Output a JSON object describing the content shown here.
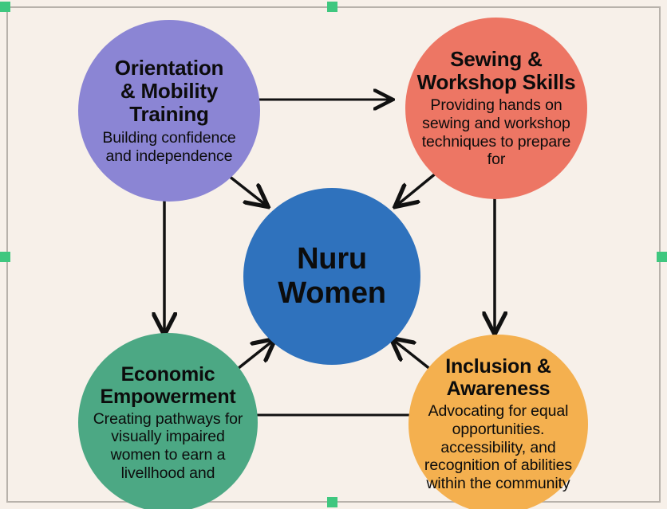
{
  "canvas": {
    "background_color": "#f7f0e9",
    "selection_handle_color": "#3fc77f",
    "frame_color": "#b8b2ab"
  },
  "diagram": {
    "center": {
      "id": "nuru-women",
      "title": "Nuru\nWomen",
      "title_line1": "Nuru",
      "title_line2": "Women",
      "color": "#2f72bd"
    },
    "nodes": [
      {
        "id": "orientation-mobility-training",
        "title": "Orientation & Mobility Training",
        "title_line1": "Orientation",
        "title_line2": "& Mobility",
        "title_line3": "Training",
        "description": "Building confidence and independence",
        "color": "#8b85d4"
      },
      {
        "id": "sewing-workshop-skills",
        "title": "Sewing & Workshop Skills",
        "title_line1": "Sewing &",
        "title_line2": "Workshop Skills",
        "description": "Providing hands on sewing and workshop techniques to prepare for",
        "color": "#ed7664"
      },
      {
        "id": "economic-empowerment",
        "title": "Economic Empowerment",
        "title_line1": "Economic",
        "title_line2": "Empowerment",
        "description": "Creating pathways for visually impaired women to earn a livellhood and",
        "color": "#4ca884"
      },
      {
        "id": "inclusion-awareness",
        "title": "Inclusion & Awareness",
        "title_line1": "Inclusion &",
        "title_line2": "Awareness",
        "description": "Advocating for equal opportunities. accessibility, and recognition of abilities within the community",
        "color": "#f4b04f"
      }
    ],
    "connectors": [
      {
        "id": "orientation-to-sewing",
        "from": "orientation-mobility-training",
        "to": "sewing-workshop-skills",
        "style": "arrow"
      },
      {
        "id": "orientation-to-center",
        "from": "orientation-mobility-training",
        "to": "nuru-women",
        "style": "arrow"
      },
      {
        "id": "orientation-to-economic",
        "from": "orientation-mobility-training",
        "to": "economic-empowerment",
        "style": "arrow"
      },
      {
        "id": "sewing-to-center",
        "from": "sewing-workshop-skills",
        "to": "nuru-women",
        "style": "arrow"
      },
      {
        "id": "sewing-to-inclusion",
        "from": "sewing-workshop-skills",
        "to": "inclusion-awareness",
        "style": "arrow"
      },
      {
        "id": "economic-to-center",
        "from": "economic-empowerment",
        "to": "nuru-women",
        "style": "arrow"
      },
      {
        "id": "inclusion-to-center",
        "from": "inclusion-awareness",
        "to": "nuru-women",
        "style": "arrow"
      },
      {
        "id": "inclusion-to-economic",
        "from": "inclusion-awareness",
        "to": "economic-empowerment",
        "style": "line"
      }
    ]
  }
}
